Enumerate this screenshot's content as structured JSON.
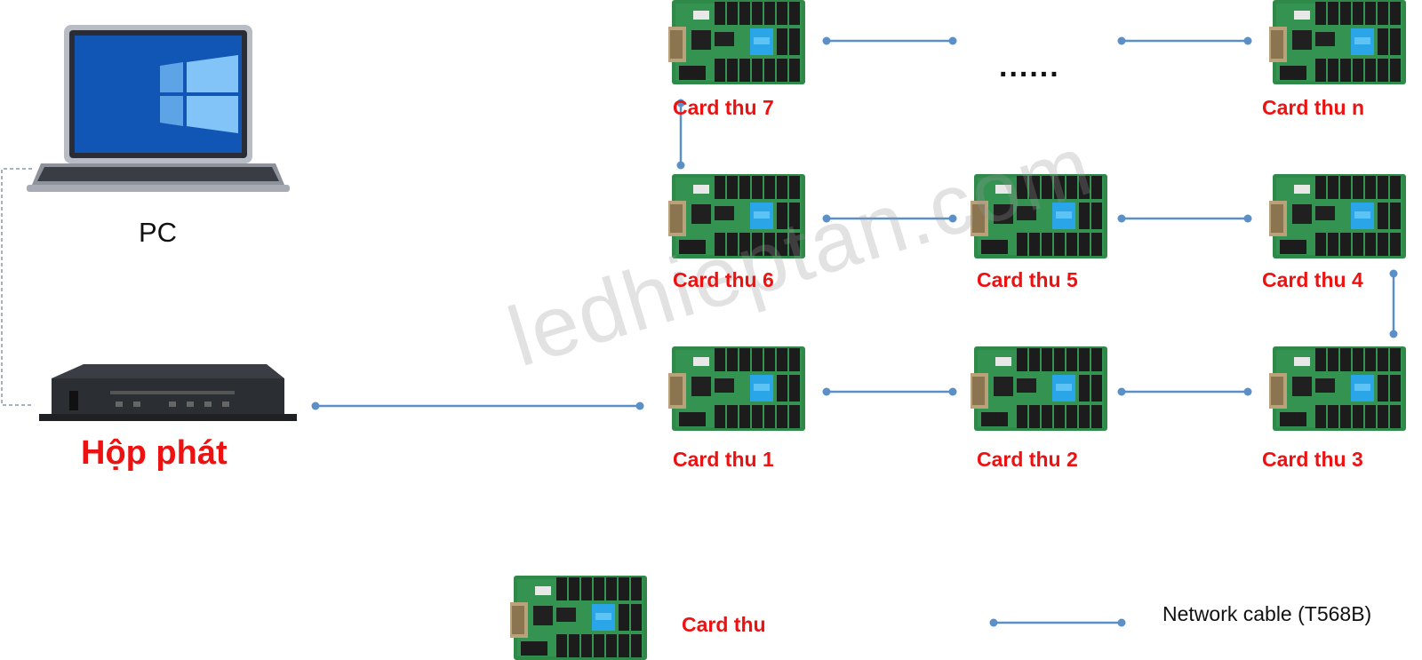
{
  "pc": {
    "label": "PC"
  },
  "transmitter": {
    "label": "Hộp phát"
  },
  "cards": {
    "c1": "Card thu 1",
    "c2": "Card thu 2",
    "c3": "Card thu 3",
    "c4": "Card thu 4",
    "c5": "Card thu 5",
    "c6": "Card thu 6",
    "c7": "Card thu 7",
    "cn": "Card thu n"
  },
  "ellipsis": "......",
  "watermark": "ledhieptan.com",
  "legend": {
    "card_label": "Card thu",
    "cable_label": "Network cable (T568B)"
  },
  "colors": {
    "cable": "#5b8fc7",
    "label_red": "#ee1111",
    "board_green": "#2f8a4a",
    "chip_blue": "#2aa6e8"
  }
}
